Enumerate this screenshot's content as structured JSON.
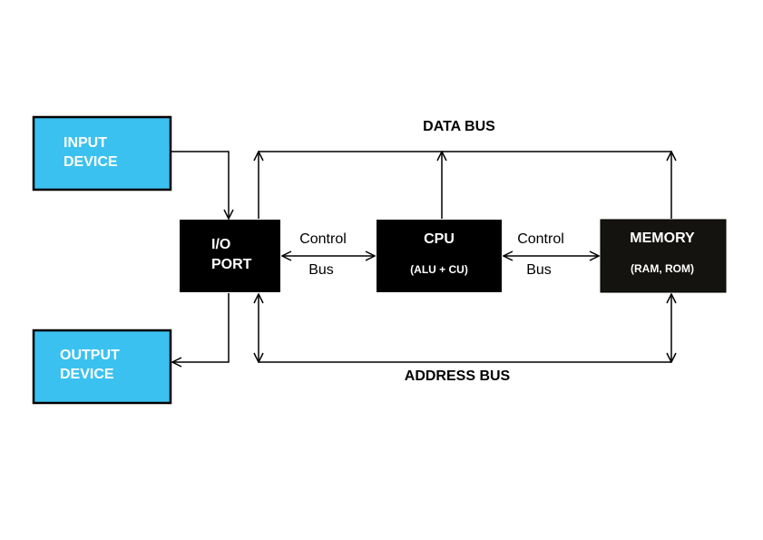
{
  "colors": {
    "device_fill": "#3bc1f0",
    "unit_fill": "#000000",
    "memory_fill": "#14130f",
    "line": "#000000",
    "unit_text": "#ffffff",
    "background": "#ffffff"
  },
  "boxes": {
    "input_device": {
      "line1": "INPUT",
      "line2": "DEVICE"
    },
    "output_device": {
      "line1": "OUTPUT",
      "line2": "DEVICE"
    },
    "io_port": {
      "line1": "I/O",
      "line2": "PORT"
    },
    "cpu": {
      "title": "CPU",
      "subtitle": "(ALU + CU)"
    },
    "memory": {
      "title": "MEMORY",
      "subtitle": "(RAM, ROM)"
    }
  },
  "buses": {
    "data_bus": "DATA BUS",
    "address_bus": "ADDRESS BUS",
    "control_bus_left": {
      "line1": "Control",
      "line2": "Bus"
    },
    "control_bus_right": {
      "line1": "Control",
      "line2": "Bus"
    }
  }
}
